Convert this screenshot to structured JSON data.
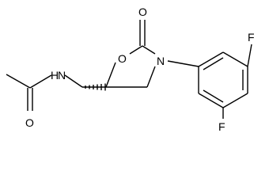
{
  "molecule": {
    "atoms": {
      "o_carbonyl_acetyl": "O",
      "n_amide": "N",
      "h_amide": "H",
      "o_ring": "O",
      "o_carbonyl_ring": "O",
      "n_ring": "N",
      "f_top": "F",
      "f_bottom": "F"
    },
    "stereocenter": "wedge-hash",
    "colors": {
      "bond": "#000000",
      "label": "#000000",
      "background": "#ffffff"
    }
  }
}
